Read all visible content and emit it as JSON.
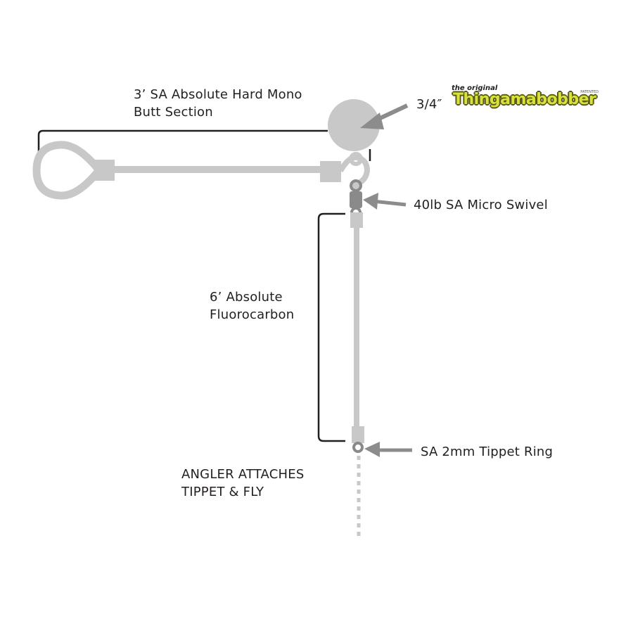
{
  "labels": {
    "butt_section": [
      "3’ SA Absolute Hard Mono",
      "Butt Section"
    ],
    "bobber_size": "3/4″",
    "swivel": "40lb SA Micro Swivel",
    "fluorocarbon": [
      "6’ Absolute",
      "Fluorocarbon"
    ],
    "tippet_ring": "SA 2mm Tippet Ring",
    "angler": [
      "ANGLER ATTACHES",
      "TIPPET & FLY"
    ]
  },
  "logo": {
    "tagline": "the original",
    "name": "Thingamabobber",
    "mark": "PATENTED"
  },
  "colors": {
    "line_gray": "#c8c8c8",
    "hardware_gray": "#8a8a8a",
    "arrow_gray": "#8c8c8c",
    "bracket": "#231f20",
    "logo_fill": "#d8e23a",
    "logo_outline": "#5a5a1a"
  },
  "icons": [
    "bobber-icon",
    "swivel-icon",
    "tippet-ring-icon",
    "loop-icon",
    "arrow-icon"
  ]
}
